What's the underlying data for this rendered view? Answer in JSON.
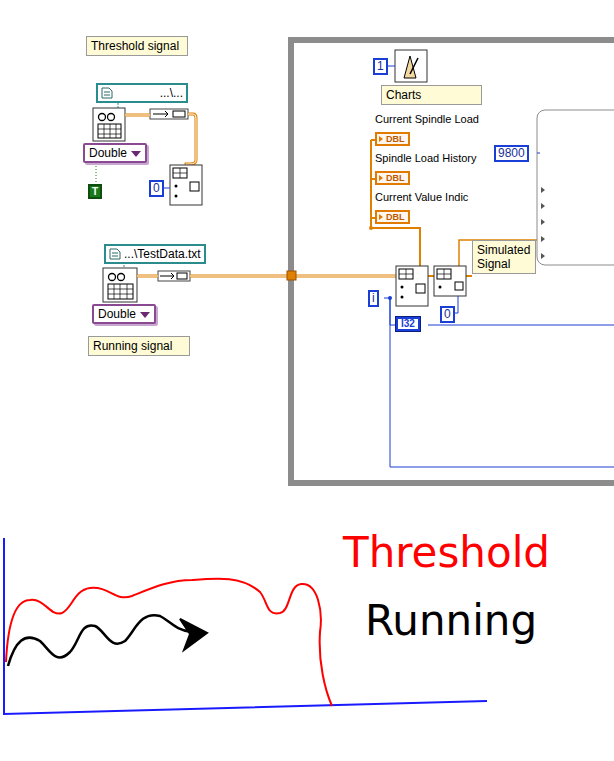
{
  "diagram": {
    "nodes": [
      {
        "text": [
          "Threshold signal"
        ]
      },
      {
        "text": [
          "...\\..."
        ]
      },
      {
        "text": [
          "Double"
        ]
      },
      {
        "text": [
          "T"
        ]
      },
      {
        "text": [
          "0"
        ]
      },
      {
        "text": [
          "...\\TestData.txt"
        ]
      },
      {
        "text": [
          "Double"
        ]
      },
      {
        "text": [
          "Running signal"
        ]
      },
      {
        "text": [
          "1"
        ]
      },
      {
        "text": [
          "Charts"
        ]
      },
      {
        "text": [
          "Current Spindle Load",
          "DBL"
        ]
      },
      {
        "text": [
          "Spindle Load History",
          "DBL"
        ]
      },
      {
        "text": [
          "Current Value Indic",
          "DBL"
        ]
      },
      {
        "text": [
          "9800"
        ]
      },
      {
        "text": [
          "Simulated Signal"
        ]
      },
      {
        "text": [
          "i"
        ]
      },
      {
        "text": [
          "0"
        ]
      },
      {
        "text": [
          "I32"
        ]
      }
    ],
    "labels": [
      "Threshold",
      "Running"
    ]
  }
}
